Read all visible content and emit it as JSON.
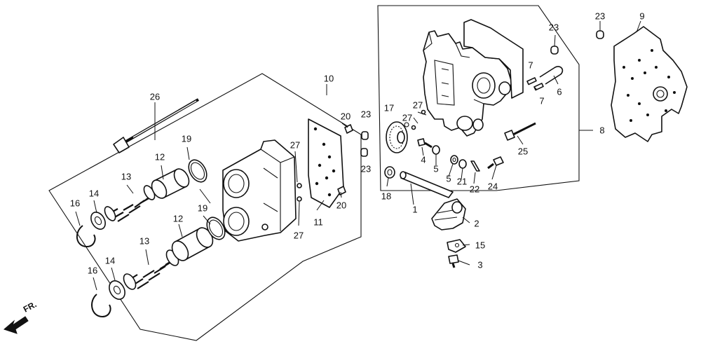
{
  "diagram": {
    "type": "exploded-parts-diagram",
    "direction_marker": "FR.",
    "callouts": [
      {
        "id": "c1",
        "text": "1"
      },
      {
        "id": "c2",
        "text": "2"
      },
      {
        "id": "c3",
        "text": "3"
      },
      {
        "id": "c4",
        "text": "4"
      },
      {
        "id": "c5a",
        "text": "5"
      },
      {
        "id": "c5b",
        "text": "5"
      },
      {
        "id": "c6",
        "text": "6"
      },
      {
        "id": "c7a",
        "text": "7"
      },
      {
        "id": "c7b",
        "text": "7"
      },
      {
        "id": "c8",
        "text": "8"
      },
      {
        "id": "c9",
        "text": "9"
      },
      {
        "id": "c10",
        "text": "10"
      },
      {
        "id": "c11",
        "text": "11"
      },
      {
        "id": "c12a",
        "text": "12"
      },
      {
        "id": "c12b",
        "text": "12"
      },
      {
        "id": "c13a",
        "text": "13"
      },
      {
        "id": "c13b",
        "text": "13"
      },
      {
        "id": "c14a",
        "text": "14"
      },
      {
        "id": "c14b",
        "text": "14"
      },
      {
        "id": "c15",
        "text": "15"
      },
      {
        "id": "c16a",
        "text": "16"
      },
      {
        "id": "c16b",
        "text": "16"
      },
      {
        "id": "c17",
        "text": "17"
      },
      {
        "id": "c18",
        "text": "18"
      },
      {
        "id": "c19a",
        "text": "19"
      },
      {
        "id": "c19b",
        "text": "19"
      },
      {
        "id": "c20a",
        "text": "20"
      },
      {
        "id": "c20b",
        "text": "20"
      },
      {
        "id": "c21",
        "text": "21"
      },
      {
        "id": "c22",
        "text": "22"
      },
      {
        "id": "c23a",
        "text": "23"
      },
      {
        "id": "c23b",
        "text": "23"
      },
      {
        "id": "c23c",
        "text": "23"
      },
      {
        "id": "c23d",
        "text": "23"
      },
      {
        "id": "c24",
        "text": "24"
      },
      {
        "id": "c25",
        "text": "25"
      },
      {
        "id": "c26",
        "text": "26"
      },
      {
        "id": "c27a",
        "text": "27"
      },
      {
        "id": "c27b",
        "text": "27"
      },
      {
        "id": "c27c",
        "text": "27"
      },
      {
        "id": "c27d",
        "text": "27"
      }
    ]
  }
}
